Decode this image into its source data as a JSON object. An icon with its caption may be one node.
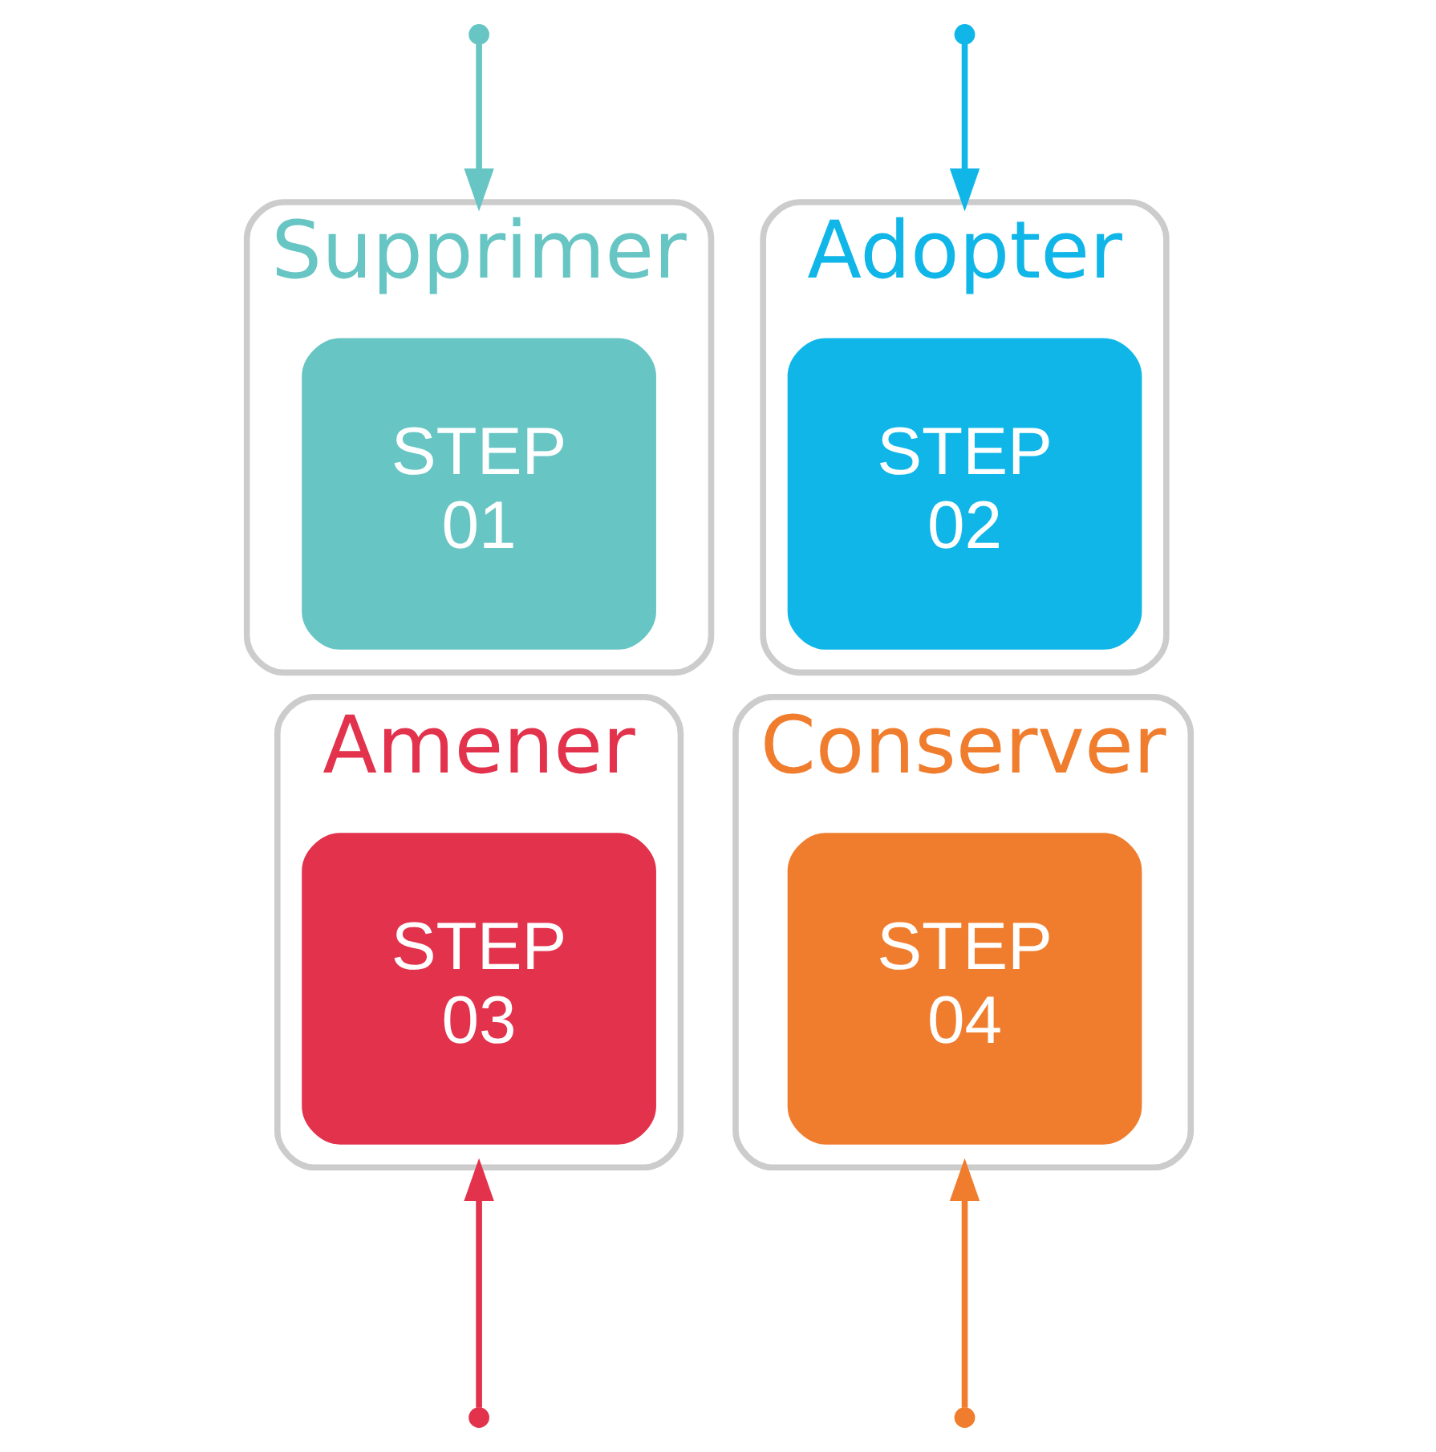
{
  "diagram": {
    "nodes": [
      {
        "text": [
          "Supprimer"
        ]
      },
      {
        "text": [
          "STEP",
          "01"
        ],
        "in": 0
      },
      {
        "text": [
          "Adopter"
        ]
      },
      {
        "text": [
          "STEP",
          "02"
        ],
        "in": 2
      },
      {
        "text": [
          "Amener"
        ]
      },
      {
        "text": [
          "STEP",
          "03"
        ],
        "in": 4
      },
      {
        "text": [
          "Conserver"
        ]
      },
      {
        "text": [
          "STEP",
          "04"
        ],
        "in": 6
      }
    ],
    "edges": [
      {
        "from": null,
        "to": 0,
        "arrow": "to",
        "color": "#67c5c4"
      },
      {
        "from": null,
        "to": 2,
        "arrow": "to",
        "color": "#10b6e8"
      },
      {
        "from": null,
        "to": 4,
        "arrow": "to",
        "color": "#e2324c"
      },
      {
        "from": null,
        "to": 6,
        "arrow": "to",
        "color": "#f07d2e"
      }
    ]
  }
}
